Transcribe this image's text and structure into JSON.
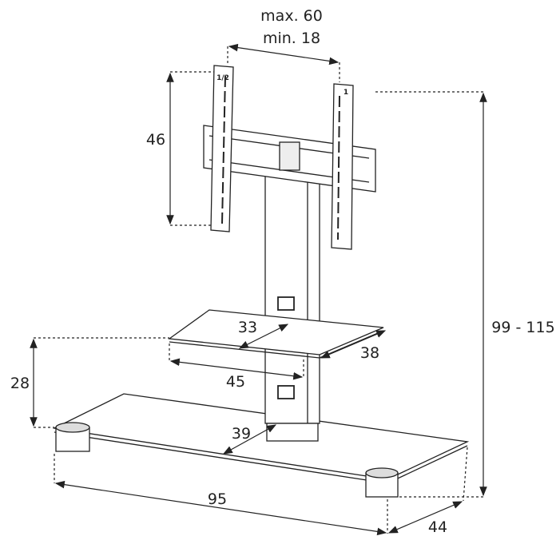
{
  "dimensions": {
    "bracket_max": "max. 60",
    "bracket_min": "min. 18",
    "bracket_height": "46",
    "total_height": "99 - 115",
    "shelf_height": "28",
    "shelf_depth_inner": "33",
    "shelf_depth": "38",
    "shelf_width": "45",
    "base_depth_inner": "39",
    "base_width": "95",
    "base_depth": "44"
  },
  "bracket_marks": {
    "left": "1/2",
    "right": "1"
  }
}
